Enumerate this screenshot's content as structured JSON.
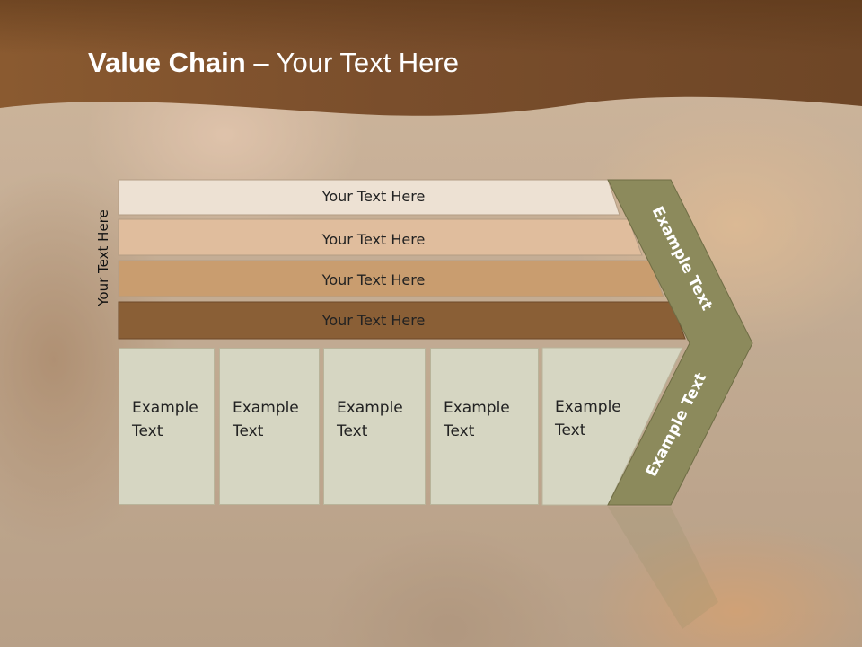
{
  "slide": {
    "title_bold": "Value Chain",
    "title_rest": " – Your Text Here",
    "side_label": "Your Text Here"
  },
  "rows": [
    {
      "label": "Your Text Here",
      "color": "#ede1d3"
    },
    {
      "label": "Your Text Here",
      "color": "#e0bd9d"
    },
    {
      "label": "Your Text Here",
      "color": "#c99d6f"
    },
    {
      "label": "Your Text Here",
      "color": "#8a5f36"
    }
  ],
  "columns": [
    {
      "text": "Example\nText"
    },
    {
      "text": "Example\nText"
    },
    {
      "text": "Example\nText"
    },
    {
      "text": "Example\nText"
    },
    {
      "text": "Example\nText"
    }
  ],
  "chevron": {
    "upper_text": "Example Text",
    "lower_text": "Example Text",
    "color": "#8c8a5c"
  },
  "colors": {
    "header_brown": "#6b4323",
    "cell_fill": "#d6d6c2"
  }
}
